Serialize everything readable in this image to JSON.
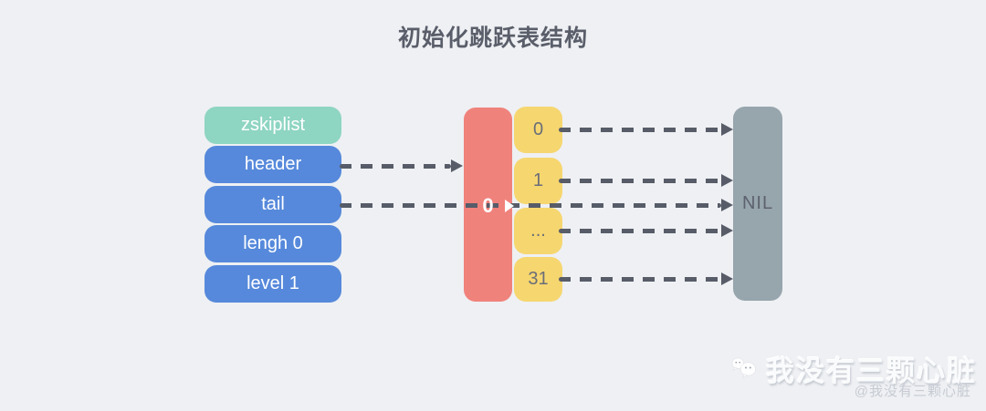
{
  "title": "初始化跳跃表结构",
  "diagram": {
    "left_boxes": [
      {
        "label": "zskiplist"
      },
      {
        "label": "header"
      },
      {
        "label": "tail"
      },
      {
        "label": "lengh 0"
      },
      {
        "label": "level 1"
      }
    ],
    "node": {
      "label": "0"
    },
    "levels": [
      {
        "label": "0"
      },
      {
        "label": "1"
      },
      {
        "label": "..."
      },
      {
        "label": "31"
      }
    ],
    "nil": {
      "label": "NIL"
    },
    "colors": {
      "background": "#eef0f3",
      "zskiplist": "#8ed5c2",
      "struct_field": "#5689db",
      "node": "#f0827c",
      "level": "#f6d66f",
      "nil": "#97a5ad",
      "arrow": "#575c68",
      "title_text": "#5a5e6a"
    }
  },
  "watermark": {
    "name": "我没有三颗心脏",
    "handle": "@我没有三颗心脏"
  }
}
